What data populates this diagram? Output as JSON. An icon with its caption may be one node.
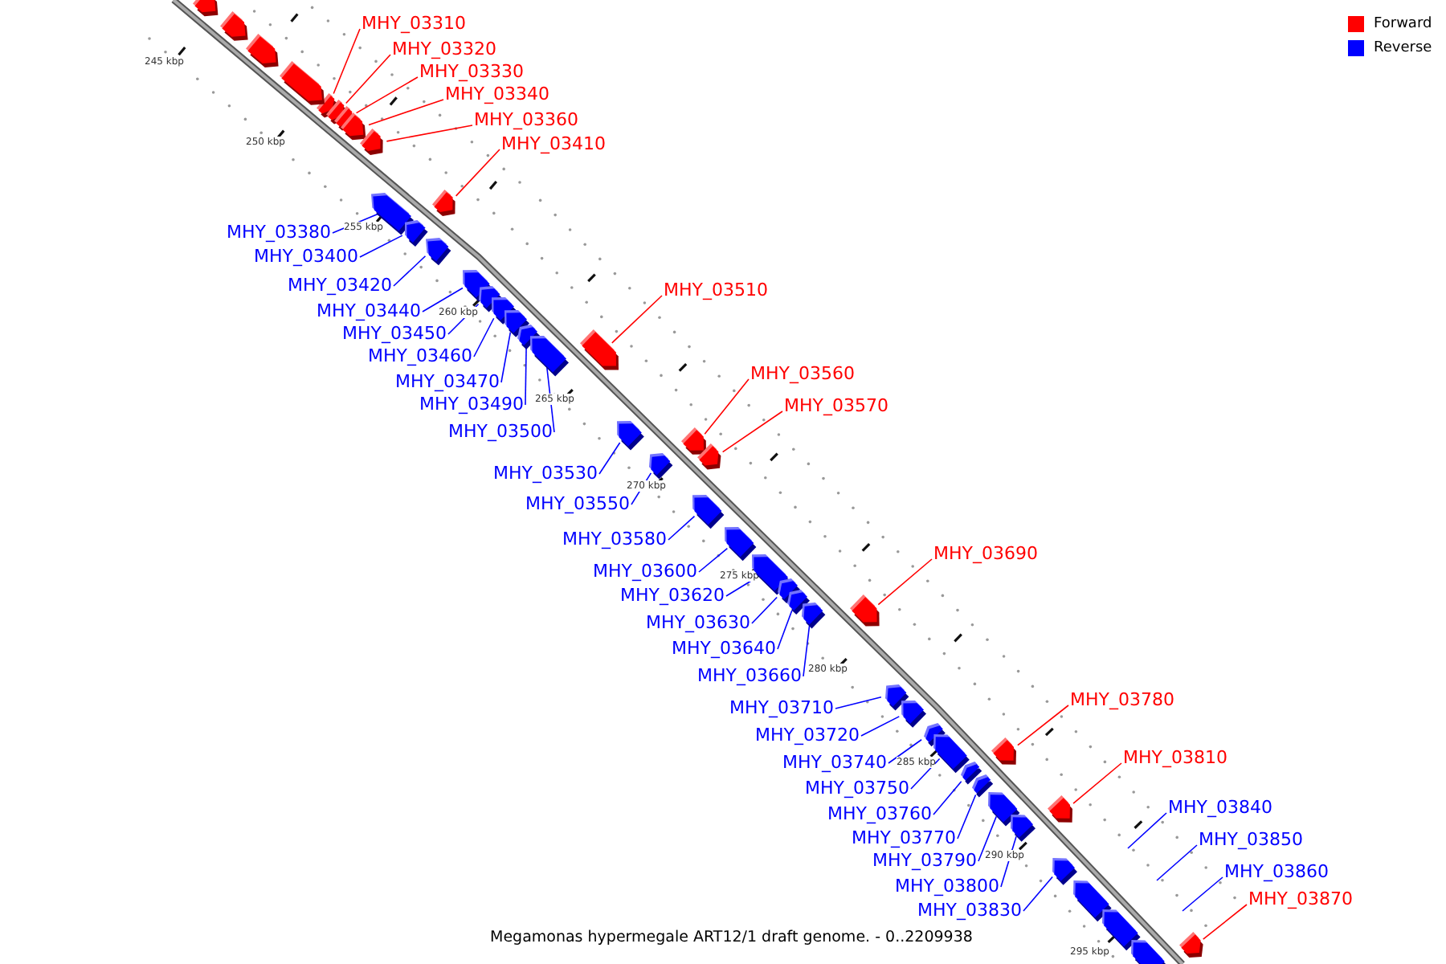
{
  "diagram": {
    "caption": "Megamonas hypermegale ART12/1 draft genome. - 0..2209938",
    "nodes": [
      {
        "text": [
          "MHY_03310"
        ]
      },
      {
        "text": [],
        "shape": "arrow"
      },
      {
        "text": [
          "MHY_03320"
        ]
      },
      {
        "text": [],
        "shape": "arrow"
      },
      {
        "text": [
          "MHY_03330"
        ]
      },
      {
        "text": [],
        "shape": "arrow"
      },
      {
        "text": [
          "MHY_03340"
        ]
      },
      {
        "text": [],
        "shape": "arrow"
      },
      {
        "text": [
          "MHY_03360"
        ]
      },
      {
        "text": [],
        "shape": "arrow"
      },
      {
        "text": [
          "MHY_03410"
        ]
      },
      {
        "text": [],
        "shape": "arrow"
      },
      {
        "text": [
          "MHY_03380"
        ]
      },
      {
        "text": [],
        "shape": "arrow"
      },
      {
        "text": [
          "MHY_03400"
        ]
      },
      {
        "text": [],
        "shape": "arrow"
      },
      {
        "text": [
          "MHY_03420"
        ]
      },
      {
        "text": [],
        "shape": "arrow"
      },
      {
        "text": [
          "MHY_03510"
        ]
      },
      {
        "text": [],
        "shape": "arrow"
      },
      {
        "text": [
          "MHY_03440"
        ]
      },
      {
        "text": [],
        "shape": "arrow"
      },
      {
        "text": [
          "MHY_03450"
        ]
      },
      {
        "text": [],
        "shape": "arrow"
      },
      {
        "text": [
          "MHY_03460"
        ]
      },
      {
        "text": [],
        "shape": "arrow"
      },
      {
        "text": [
          "MHY_03470"
        ]
      },
      {
        "text": [],
        "shape": "arrow"
      },
      {
        "text": [
          "MHY_03560"
        ]
      },
      {
        "text": [],
        "shape": "arrow"
      },
      {
        "text": [
          "MHY_03490"
        ]
      },
      {
        "text": [],
        "shape": "arrow"
      },
      {
        "text": [
          "MHY_03570"
        ]
      },
      {
        "text": [],
        "shape": "arrow"
      },
      {
        "text": [
          "MHY_03500"
        ]
      },
      {
        "text": [],
        "shape": "arrow"
      },
      {
        "text": [
          "MHY_03530"
        ]
      },
      {
        "text": [],
        "shape": "arrow"
      },
      {
        "text": [
          "MHY_03550"
        ]
      },
      {
        "text": [],
        "shape": "arrow"
      },
      {
        "text": [
          "MHY_03580"
        ]
      },
      {
        "text": [],
        "shape": "arrow"
      },
      {
        "text": [
          "MHY_03690"
        ]
      },
      {
        "text": [],
        "shape": "arrow"
      },
      {
        "text": [
          "MHY_03600"
        ]
      },
      {
        "text": [],
        "shape": "arrow"
      },
      {
        "text": [
          "MHY_03620"
        ]
      },
      {
        "text": [],
        "shape": "arrow"
      },
      {
        "text": [
          "MHY_03630"
        ]
      },
      {
        "text": [],
        "shape": "arrow"
      },
      {
        "text": [
          "MHY_03640"
        ]
      },
      {
        "text": [],
        "shape": "arrow"
      },
      {
        "text": [
          "MHY_03660"
        ]
      },
      {
        "text": [],
        "shape": "arrow"
      },
      {
        "text": [
          "MHY_03780"
        ]
      },
      {
        "text": [],
        "shape": "arrow"
      },
      {
        "text": [
          "MHY_03710"
        ]
      },
      {
        "text": [],
        "shape": "arrow"
      },
      {
        "text": [
          "MHY_03720"
        ]
      },
      {
        "text": [],
        "shape": "arrow"
      },
      {
        "text": [
          "MHY_03810"
        ]
      },
      {
        "text": [],
        "shape": "arrow"
      },
      {
        "text": [
          "MHY_03740"
        ]
      },
      {
        "text": [],
        "shape": "arrow"
      },
      {
        "text": [
          "MHY_03750"
        ]
      },
      {
        "text": [],
        "shape": "arrow"
      },
      {
        "text": [
          "MHY_03840"
        ]
      },
      {
        "text": [
          "MHY_03760"
        ]
      },
      {
        "text": [],
        "shape": "arrow"
      },
      {
        "text": [
          "MHY_03770"
        ]
      },
      {
        "text": [],
        "shape": "arrow"
      },
      {
        "text": [
          "MHY_03850"
        ]
      },
      {
        "text": [
          "MHY_03790"
        ]
      },
      {
        "text": [],
        "shape": "arrow"
      },
      {
        "text": [
          "MHY_03860"
        ]
      },
      {
        "text": [
          "MHY_03800"
        ]
      },
      {
        "text": [],
        "shape": "arrow"
      },
      {
        "text": [
          "MHY_03870"
        ]
      },
      {
        "text": [],
        "shape": "arrow"
      },
      {
        "text": [
          "MHY_03830"
        ]
      },
      {
        "text": [],
        "shape": "arrow"
      },
      {
        "text": [],
        "shape": "arrow"
      },
      {
        "text": [],
        "shape": "arrow"
      },
      {
        "text": [],
        "shape": "arrow"
      },
      {
        "text": [],
        "shape": "arrow"
      },
      {
        "text": [],
        "shape": "arrow"
      },
      {
        "text": [],
        "shape": "arrow"
      },
      {
        "text": [],
        "shape": "arrow"
      }
    ],
    "edges": [
      {
        "from": 0,
        "to": 1,
        "arrow": "none",
        "color": "#ff0000"
      },
      {
        "from": 2,
        "to": 3,
        "arrow": "none",
        "color": "#ff0000"
      },
      {
        "from": 4,
        "to": 5,
        "arrow": "none",
        "color": "#ff0000"
      },
      {
        "from": 6,
        "to": 7,
        "arrow": "none",
        "color": "#ff0000"
      },
      {
        "from": 8,
        "to": 9,
        "arrow": "none",
        "color": "#ff0000"
      },
      {
        "from": 10,
        "to": 11,
        "arrow": "none",
        "color": "#ff0000"
      },
      {
        "from": 12,
        "to": 13,
        "arrow": "none"
      },
      {
        "from": 14,
        "to": 15,
        "arrow": "none"
      },
      {
        "from": 16,
        "to": 17,
        "arrow": "none"
      },
      {
        "from": 18,
        "to": 19,
        "arrow": "none",
        "color": "#ff0000"
      },
      {
        "from": 20,
        "to": 21,
        "arrow": "none"
      },
      {
        "from": 22,
        "to": 23,
        "arrow": "none"
      },
      {
        "from": 24,
        "to": 25,
        "arrow": "none"
      },
      {
        "from": 26,
        "to": 27,
        "arrow": "none"
      },
      {
        "from": 28,
        "to": 29,
        "arrow": "none",
        "color": "#ff0000"
      },
      {
        "from": 30,
        "to": 31,
        "arrow": "none"
      },
      {
        "from": 32,
        "to": 33,
        "arrow": "none",
        "color": "#ff0000"
      },
      {
        "from": 34,
        "to": 35,
        "arrow": "none"
      },
      {
        "from": 36,
        "to": 37,
        "arrow": "none"
      },
      {
        "from": 38,
        "to": 39,
        "arrow": "none"
      },
      {
        "from": 40,
        "to": 41,
        "arrow": "none"
      },
      {
        "from": 42,
        "to": 43,
        "arrow": "none",
        "color": "#ff0000"
      },
      {
        "from": 44,
        "to": 45,
        "arrow": "none"
      },
      {
        "from": 46,
        "to": 47,
        "arrow": "none"
      },
      {
        "from": 48,
        "to": 49,
        "arrow": "none"
      },
      {
        "from": 50,
        "to": 51,
        "arrow": "none"
      },
      {
        "from": 52,
        "to": 53,
        "arrow": "none"
      },
      {
        "from": 54,
        "to": 55,
        "arrow": "none",
        "color": "#ff0000"
      },
      {
        "from": 56,
        "to": 57,
        "arrow": "none"
      },
      {
        "from": 58,
        "to": 59,
        "arrow": "none"
      },
      {
        "from": 60,
        "to": 61,
        "arrow": "none",
        "color": "#ff0000"
      },
      {
        "from": 62,
        "to": 63,
        "arrow": "none"
      },
      {
        "from": 64,
        "to": 65,
        "arrow": "none"
      },
      {
        "from": 66,
        "to": null,
        "arrow": "none"
      },
      {
        "from": 67,
        "to": 68,
        "arrow": "none"
      },
      {
        "from": 69,
        "to": 70,
        "arrow": "none"
      },
      {
        "from": 71,
        "to": null,
        "arrow": "none"
      },
      {
        "from": 72,
        "to": 73,
        "arrow": "none"
      },
      {
        "from": 74,
        "to": null,
        "arrow": "none"
      },
      {
        "from": 75,
        "to": 76,
        "arrow": "none"
      },
      {
        "from": 77,
        "to": 78,
        "arrow": "none",
        "color": "#ff0000"
      },
      {
        "from": 79,
        "to": 80,
        "arrow": "none"
      }
    ],
    "labels": [
      "245 kbp",
      "250 kbp",
      "255 kbp",
      "260 kbp",
      "265 kbp",
      "270 kbp",
      "275 kbp",
      "280 kbp",
      "285 kbp",
      "290 kbp",
      "295 kbp"
    ],
    "legend": [
      {
        "text": "Forward",
        "color": "#ff0000"
      },
      {
        "text": "Reverse",
        "color": "#0000ff"
      }
    ]
  }
}
